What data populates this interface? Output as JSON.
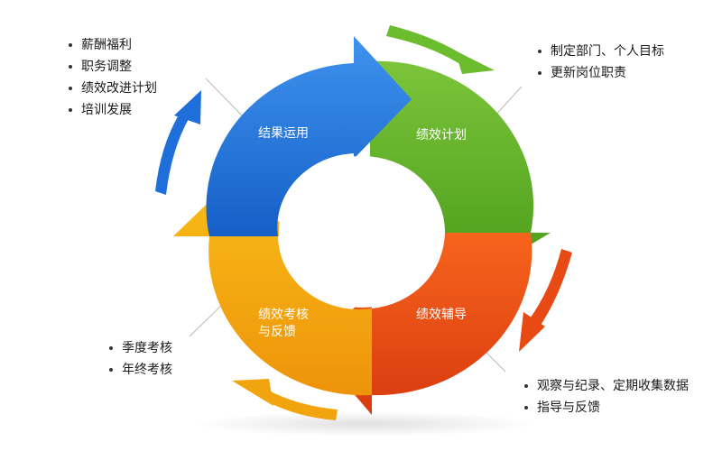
{
  "segments": {
    "result": {
      "label": "结果运用",
      "color": "#1e6fd9"
    },
    "plan": {
      "label": "绩效计划",
      "color": "#5db32a"
    },
    "coach": {
      "label": "绩效辅导",
      "color": "#e84a14"
    },
    "review": {
      "label_line1": "绩效考核",
      "label_line2": "与反馈",
      "color": "#f2a40f"
    }
  },
  "lists": {
    "top_left": [
      "薪酬福利",
      "职务调整",
      "绩效改进计划",
      "培训发展"
    ],
    "top_right": [
      "制定部门、个人目标",
      "更新岗位职责"
    ],
    "bottom_left": [
      "季度考核",
      "年终考核"
    ],
    "bottom_right": [
      "观察与纪录、定期收集数据",
      "指导与反馈"
    ]
  }
}
